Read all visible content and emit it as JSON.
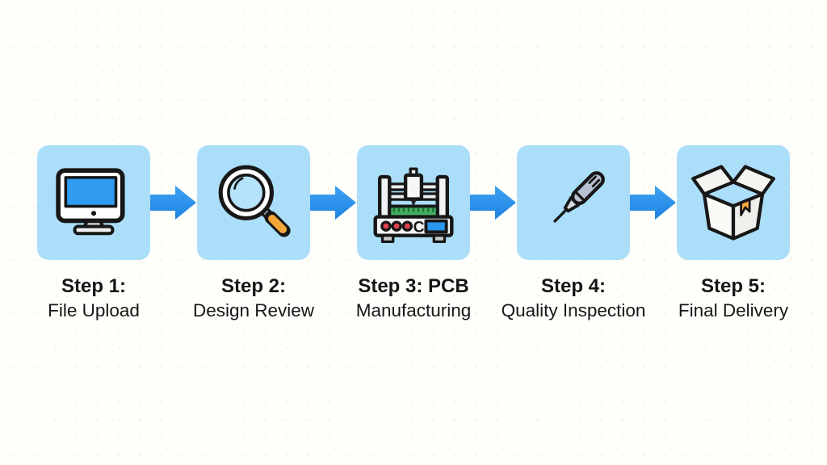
{
  "diagram": {
    "type": "process-flow",
    "direction": "left-to-right",
    "colors": {
      "canvas_bg": "#fefefb",
      "step_box_bg": "#abdef9",
      "arrow_blue": "#2e90e9",
      "text": "#161616",
      "icon_outline": "#171717",
      "screen_blue": "#2f9cf1",
      "accent_orange": "#f5a83a",
      "pcb_green": "#42ad60",
      "button_red": "#e4414f",
      "display_blue": "#2a97f0",
      "probe_gray": "#b6c0cf"
    },
    "machine_display_letter": "C",
    "steps": [
      {
        "title": "Step 1:",
        "label": "File Upload",
        "icon": "computer-monitor-icon"
      },
      {
        "title": "Step 2:",
        "label": "Design Review",
        "icon": "magnifying-glass-icon"
      },
      {
        "title": "Step 3: PCB",
        "label": "Manufacturing",
        "icon": "pcb-machine-icon"
      },
      {
        "title": "Step 4:",
        "label": "Quality Inspection",
        "icon": "inspection-probe-icon"
      },
      {
        "title": "Step 5:",
        "label": "Final Delivery",
        "icon": "open-box-icon"
      }
    ]
  }
}
